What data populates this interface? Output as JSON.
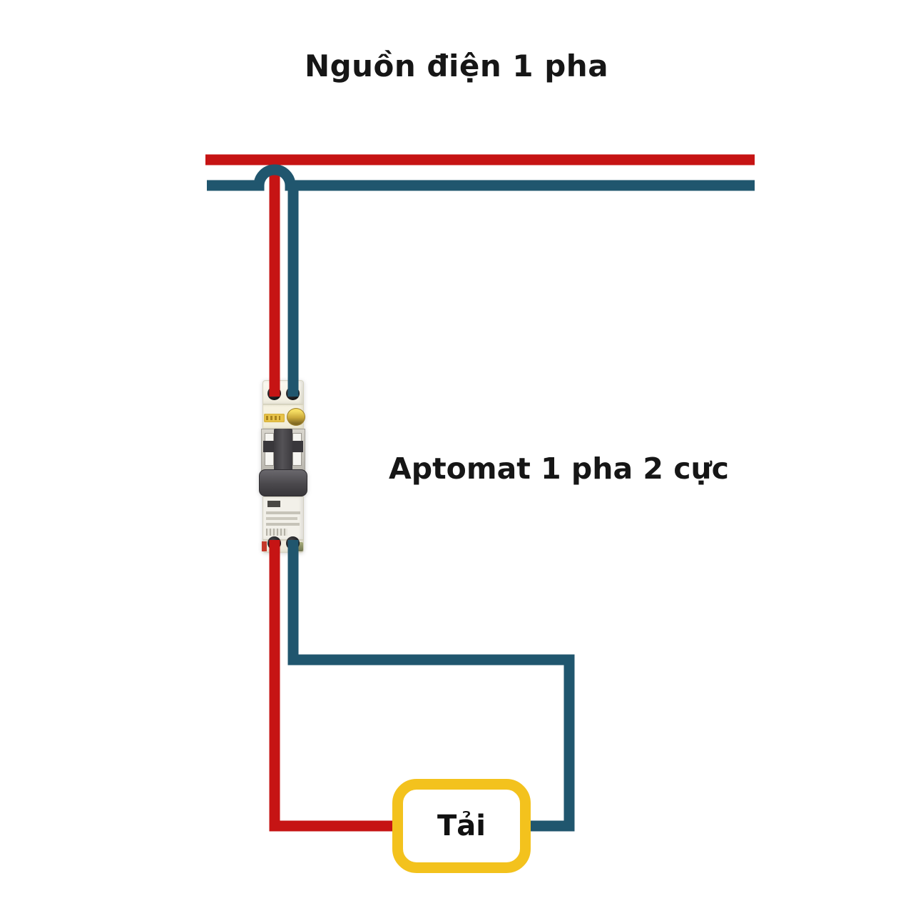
{
  "diagram": {
    "title": "Nguồn điện 1 pha",
    "breaker": {
      "label": "Aptomat 1 pha 2 cực"
    },
    "load": {
      "label": "Tải"
    }
  },
  "colors": {
    "live_wire": "#c61414",
    "neutral_wire": "#20566e",
    "load_border": "#f3c21d",
    "text": "#161616"
  }
}
